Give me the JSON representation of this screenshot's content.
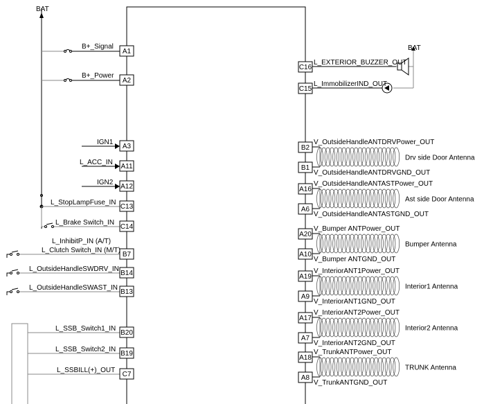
{
  "labels": {
    "bat_left": "BAT",
    "bat_right": "BAT"
  },
  "left_pins": [
    {
      "pin": "A1",
      "signal": "B+_Signal"
    },
    {
      "pin": "A2",
      "signal": "B+_Power"
    },
    {
      "pin": "A3",
      "signal": "IGN1"
    },
    {
      "pin": "A11",
      "signal": "L_ACC_IN"
    },
    {
      "pin": "A12",
      "signal": "IGN2"
    },
    {
      "pin": "C13",
      "signal": "L_StopLampFuse_IN"
    },
    {
      "pin": "C14",
      "signal": "L_Brake Switch_IN"
    },
    {
      "pin": "B7",
      "signal": "L_Clutch Switch_IN (M/T)",
      "signal2": "L_InhibitP_IN (A/T)"
    },
    {
      "pin": "B14",
      "signal": "L_OutsideHandleSWDRV_IN"
    },
    {
      "pin": "B13",
      "signal": "L_OutsideHandleSWAST_IN"
    },
    {
      "pin": "B20",
      "signal": "L_SSB_Switch1_IN"
    },
    {
      "pin": "B19",
      "signal": "L_SSB_Switch2_IN"
    },
    {
      "pin": "C7",
      "signal": "L_SSBILL(+)_OUT"
    }
  ],
  "right_outputs": [
    {
      "pin": "C16",
      "signal": "L_EXTERIOR_BUZZER_OUT"
    },
    {
      "pin": "C15",
      "signal": "L_ImmobilizerIND_OUT"
    }
  ],
  "antennas": [
    {
      "name": "Drv side Door Antenna",
      "pin_top": "B2",
      "sig_top": "V_OutsideHandleANTDRVPower_OUT",
      "pin_bot": "B1",
      "sig_bot": "V_OutsideHandleANTDRVGND_OUT"
    },
    {
      "name": "Ast side Door Antenna",
      "pin_top": "A16",
      "sig_top": "V_OutsideHandleANTASTPower_OUT",
      "pin_bot": "A6",
      "sig_bot": "V_OutsideHandleANTASTGND_OUT"
    },
    {
      "name": "Bumper Antenna",
      "pin_top": "A20",
      "sig_top": "V_Bumper ANTPower_OUT",
      "pin_bot": "A10",
      "sig_bot": "V_Bumper ANTGND_OUT"
    },
    {
      "name": "Interior1 Antenna",
      "pin_top": "A19",
      "sig_top": "V_InteriorANT1Power_OUT",
      "pin_bot": "A9",
      "sig_bot": "V_InteriorANT1GND_OUT"
    },
    {
      "name": "Interior2 Antenna",
      "pin_top": "A17",
      "sig_top": "V_InteriorANT2Power_OUT",
      "pin_bot": "A7",
      "sig_bot": "V_InteriorANT2GND_OUT"
    },
    {
      "name": "TRUNK Antenna",
      "pin_top": "A18",
      "sig_top": "V_TrunkANTPower_OUT",
      "pin_bot": "A8",
      "sig_bot": "V_TrunkANTGND_OUT"
    }
  ]
}
